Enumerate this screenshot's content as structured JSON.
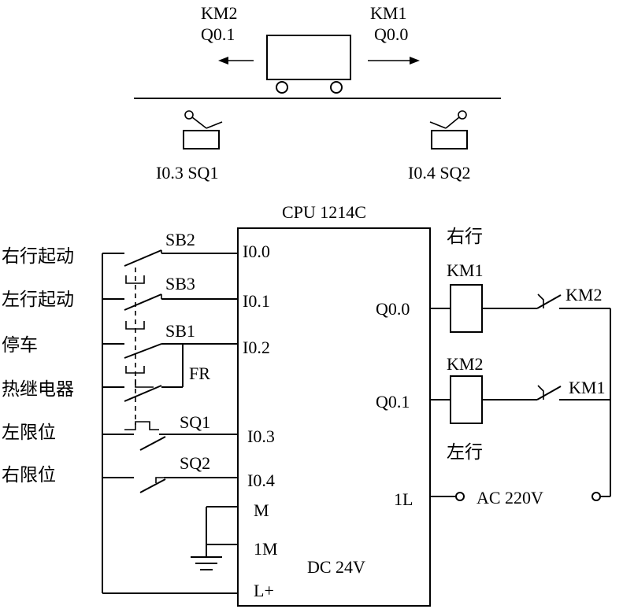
{
  "cart": {
    "left_contactor": "KM2",
    "left_output": "Q0.1",
    "right_contactor": "KM1",
    "right_output": "Q0.0"
  },
  "limits": {
    "left_label": "I0.3 SQ1",
    "right_label": "I0.4 SQ2"
  },
  "plc": {
    "title": "CPU 1214C",
    "inputs": [
      "I0.0",
      "I0.1",
      "I0.2",
      "I0.3",
      "I0.4"
    ],
    "m_terminal": "M",
    "m1_terminal": "1M",
    "lplus_terminal": "L+",
    "supply": "DC 24V",
    "outputs": [
      "Q0.0",
      "Q0.1"
    ],
    "l1_terminal": "1L"
  },
  "input_labels": {
    "right_start": "右行起动",
    "left_start": "左行起动",
    "stop": "停车",
    "thermal": "热继电器",
    "left_limit": "左限位",
    "right_limit": "右限位"
  },
  "input_switches": {
    "sb2": "SB2",
    "sb3": "SB3",
    "sb1": "SB1",
    "fr": "FR",
    "sq1": "SQ1",
    "sq2": "SQ2"
  },
  "output_side": {
    "right_travel": "右行",
    "left_travel": "左行",
    "coil_km1": "KM1",
    "coil_km2": "KM2",
    "interlock_km2": "KM2",
    "interlock_km1": "KM1",
    "ac_supply": "AC 220V"
  }
}
